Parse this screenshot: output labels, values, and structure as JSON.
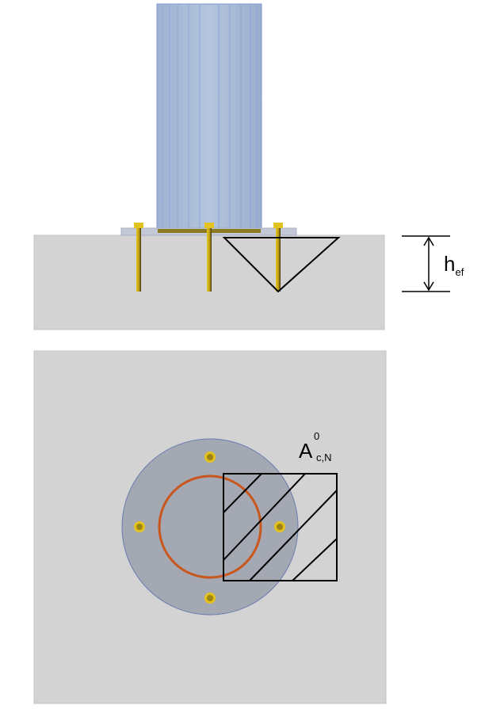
{
  "labels": {
    "embedment_depth": {
      "main": "h",
      "sub": "ef"
    },
    "projected_area": {
      "main": "A",
      "sup": "0",
      "sub": "c,N"
    }
  },
  "colors": {
    "concrete": "#d3d3d3",
    "column": "#a6b8d4",
    "base_plate": "#8e95a6",
    "anchor": "#d9b818",
    "weld_ring": "#c9561c",
    "lines": "#000000"
  }
}
